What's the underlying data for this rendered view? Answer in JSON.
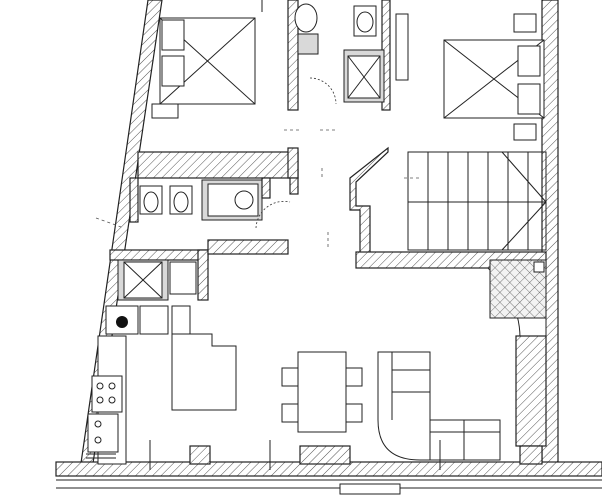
{
  "drawing": {
    "kind": "floor-plan",
    "labels": []
  },
  "rooms": [
    {
      "id": "bedroom-left"
    },
    {
      "id": "bathroom-top"
    },
    {
      "id": "bedroom-right"
    },
    {
      "id": "corridor"
    },
    {
      "id": "bathroom-middle"
    },
    {
      "id": "staircase"
    },
    {
      "id": "laundry"
    },
    {
      "id": "kitchen"
    },
    {
      "id": "living-dining"
    }
  ],
  "furniture": {
    "dining_chairs": 4,
    "stair_steps_upper": 6,
    "stair_steps_lower": 6
  }
}
